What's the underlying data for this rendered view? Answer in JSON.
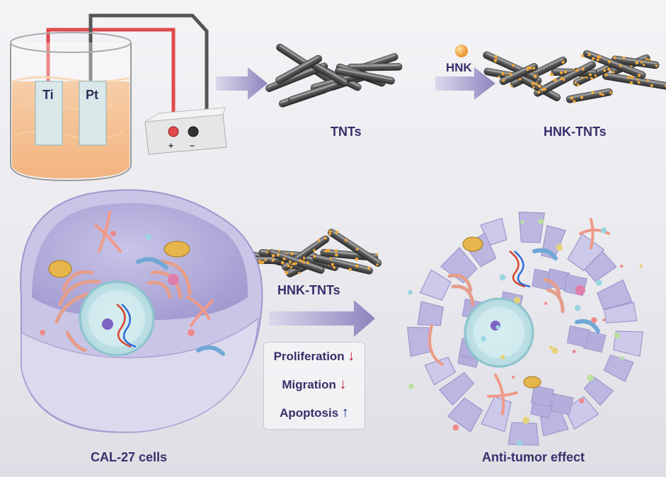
{
  "electrodes": {
    "anode": "Ti",
    "cathode": "Pt"
  },
  "power_supply": {
    "positive": "+",
    "negative": "−"
  },
  "labels": {
    "tnts": "TNTs",
    "hnk": "HNK",
    "hnk_tnts_top": "HNK-TNTs",
    "hnk_tnts_mid": "HNK-TNTs",
    "cells": "CAL-27 cells",
    "effect": "Anti-tumor effect"
  },
  "results": [
    {
      "label": "Proliferation",
      "arrow": "↓",
      "direction": "down"
    },
    {
      "label": "Migration",
      "arrow": "↓",
      "direction": "down"
    },
    {
      "label": "Apoptosis",
      "arrow": "↑",
      "direction": "up"
    }
  ],
  "colors": {
    "arrow": "#9b92c3",
    "cell": "#b8b3dc",
    "cell_inner": "#a59fd2",
    "nucleus": "#bfe3e8",
    "organelle_pink": "#e9a08f",
    "wire_red": "#e04a4a",
    "wire_dark": "#555555",
    "hnk_particle": "#f2a93b",
    "label_text": "#35306b"
  }
}
